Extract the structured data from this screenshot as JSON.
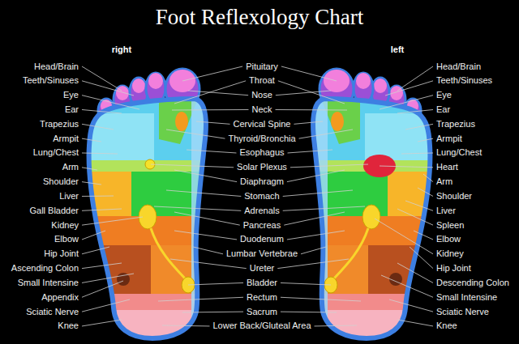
{
  "diagram": {
    "title": "Foot Reflexology Chart",
    "labels": [
      "right",
      "left",
      "Head/Brain",
      "Teeth/Sinuses",
      "Eye",
      "Ear",
      "Trapezius",
      "Armpit",
      "Lung/Chest",
      "Arm",
      "Shoulder",
      "Liver",
      "Gall Bladder",
      "Kidney",
      "Elbow",
      "Hip Joint",
      "Ascending Colon",
      "Small Intensine",
      "Appendix",
      "Sciatic Nerve",
      "Knee",
      "Pituitary",
      "Throat",
      "Nose",
      "Neck",
      "Cervical Spine",
      "Thyroid/Bronchia",
      "Esophagus",
      "Solar Plexus",
      "Diaphragm",
      "Stomach",
      "Adrenals",
      "Pancreas",
      "Duodenum",
      "Lumbar Vertebrae",
      "Ureter",
      "Bladder",
      "Rectum",
      "Sacrum",
      "Lower Back/Gluteal Area",
      "Head/Brain",
      "Teeth/Sinuses",
      "Eye",
      "Ear",
      "Trapezius",
      "Armpit",
      "Lung/Chest",
      "Heart",
      "Arm",
      "Shoulder",
      "Liver",
      "Spleen",
      "Elbow",
      "Kidney",
      "Hip Joint",
      "Descending Colon",
      "Small Intensine",
      "Sciatic Nerve",
      "Knee"
    ]
  }
}
